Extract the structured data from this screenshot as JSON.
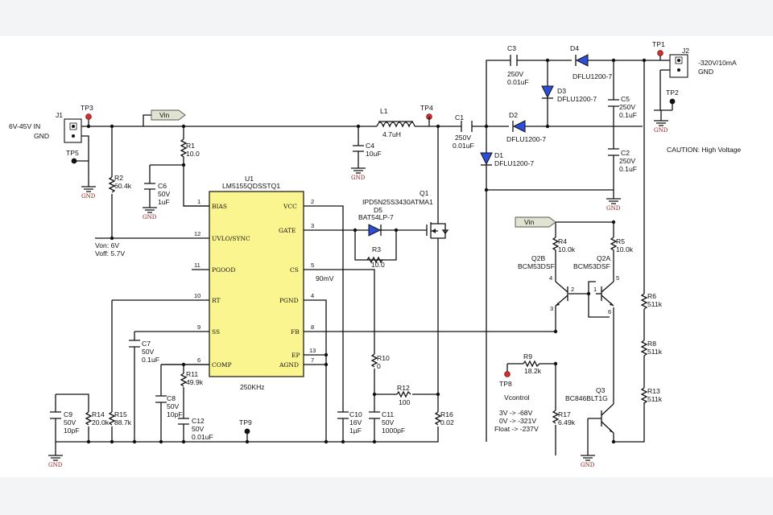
{
  "ic": {
    "ref": "U1",
    "part": "LM5155QDSSTQ1",
    "freq": "250KHz",
    "pins": {
      "bias": "BIAS",
      "uvlo": "UVLO/SYNC",
      "pgood": "PGOOD",
      "rt": "RT",
      "ss": "SS",
      "comp": "COMP",
      "vcc": "VCC",
      "gate": "GATE",
      "cs": "CS",
      "pgnd": "PGND",
      "fb": "FB",
      "ep": "EP",
      "agnd": "AGND"
    },
    "pin_numbers": {
      "bias": "1",
      "uvlo": "12",
      "pgood": "11",
      "rt": "10",
      "ss": "9",
      "comp": "6",
      "vcc": "2",
      "gate": "3",
      "cs": "5",
      "pgnd": "4",
      "fb": "8",
      "ep": "13",
      "agnd": "7"
    }
  },
  "labels": {
    "input": "6V-45V IN",
    "gnd": "GND",
    "vin": "Vin",
    "von": "Von: 6V",
    "voff": "Voff: 5.7V",
    "cs_mv": "90mV",
    "output": "-320V/10mA",
    "caution": "CAUTION: High Voltage",
    "vcontrol": "Vcontrol",
    "ctrl1": "3V -> -68V",
    "ctrl2": "0V -> -321V",
    "ctrl3": "Float -> -237V"
  },
  "connectors": {
    "j1": "J1",
    "j2": "J2"
  },
  "testpoints": {
    "tp1": "TP1",
    "tp2": "TP2",
    "tp3": "TP3",
    "tp4": "TP4",
    "tp5": "TP5",
    "tp8": "TP8",
    "tp9": "TP9"
  },
  "parts": {
    "r1": {
      "ref": "R1",
      "val": "10.0"
    },
    "r2": {
      "ref": "R2",
      "val": "60.4k"
    },
    "r3": {
      "ref": "R3",
      "val": "10.0"
    },
    "r4": {
      "ref": "R4",
      "val": "10.0k"
    },
    "r5": {
      "ref": "R5",
      "val": "10.0k"
    },
    "r6": {
      "ref": "R6",
      "val": "511k"
    },
    "r8": {
      "ref": "R8",
      "val": "511k"
    },
    "r9": {
      "ref": "R9",
      "val": "18.2k"
    },
    "r10": {
      "ref": "R10",
      "val": "0"
    },
    "r11": {
      "ref": "R11",
      "val": "49.9k"
    },
    "r12": {
      "ref": "R12",
      "val": "100"
    },
    "r13": {
      "ref": "R13",
      "val": "511k"
    },
    "r14": {
      "ref": "R14",
      "val": "20.0k"
    },
    "r15": {
      "ref": "R15",
      "val": "88.7k"
    },
    "r16": {
      "ref": "R16",
      "val": "0.02"
    },
    "r17": {
      "ref": "R17",
      "val": "6.49k"
    },
    "c1": {
      "ref": "C1",
      "v": "250V",
      "val": "0.01uF"
    },
    "c2": {
      "ref": "C2",
      "v": "250V",
      "val": "0.1uF"
    },
    "c3": {
      "ref": "C3",
      "v": "250V",
      "val": "0.01uF"
    },
    "c4": {
      "ref": "C4",
      "val": "10uF"
    },
    "c5": {
      "ref": "C5",
      "v": "250V",
      "val": "0.1uF"
    },
    "c6": {
      "ref": "C6",
      "v": "50V",
      "val": "1uF"
    },
    "c7": {
      "ref": "C7",
      "v": "50V",
      "val": "0.1uF"
    },
    "c8": {
      "ref": "C8",
      "v": "50V",
      "val": "10pF"
    },
    "c9": {
      "ref": "C9",
      "v": "50V",
      "val": "10pF"
    },
    "c10": {
      "ref": "C10",
      "v": "16V",
      "val": "1µF"
    },
    "c11": {
      "ref": "C11",
      "v": "50V",
      "val": "1000pF"
    },
    "c12": {
      "ref": "C12",
      "v": "50V",
      "val": "0.01uF"
    },
    "l1": {
      "ref": "L1",
      "val": "4.7uH"
    },
    "d1": {
      "ref": "D1",
      "val": "DFLU1200-7"
    },
    "d2": {
      "ref": "D2",
      "val": "DFLU1200-7"
    },
    "d3": {
      "ref": "D3",
      "val": "DFLU1200-7"
    },
    "d4": {
      "ref": "D4",
      "val": "DFLU1200-7"
    },
    "d5": {
      "ref": "D5",
      "val": "BAT54LP-7"
    },
    "q1": {
      "ref": "Q1",
      "val": "IPD5N25S3430ATMA1"
    },
    "q2a": {
      "ref": "Q2A",
      "val": "BCM53DSF"
    },
    "q2b": {
      "ref": "Q2B",
      "val": "BCM53DSF"
    },
    "q3": {
      "ref": "Q3",
      "val": "BC846BLT1G"
    }
  },
  "q_pins": {
    "p1": "1",
    "p2": "2",
    "p3": "3",
    "p4": "4",
    "p5": "5",
    "p6": "6"
  }
}
